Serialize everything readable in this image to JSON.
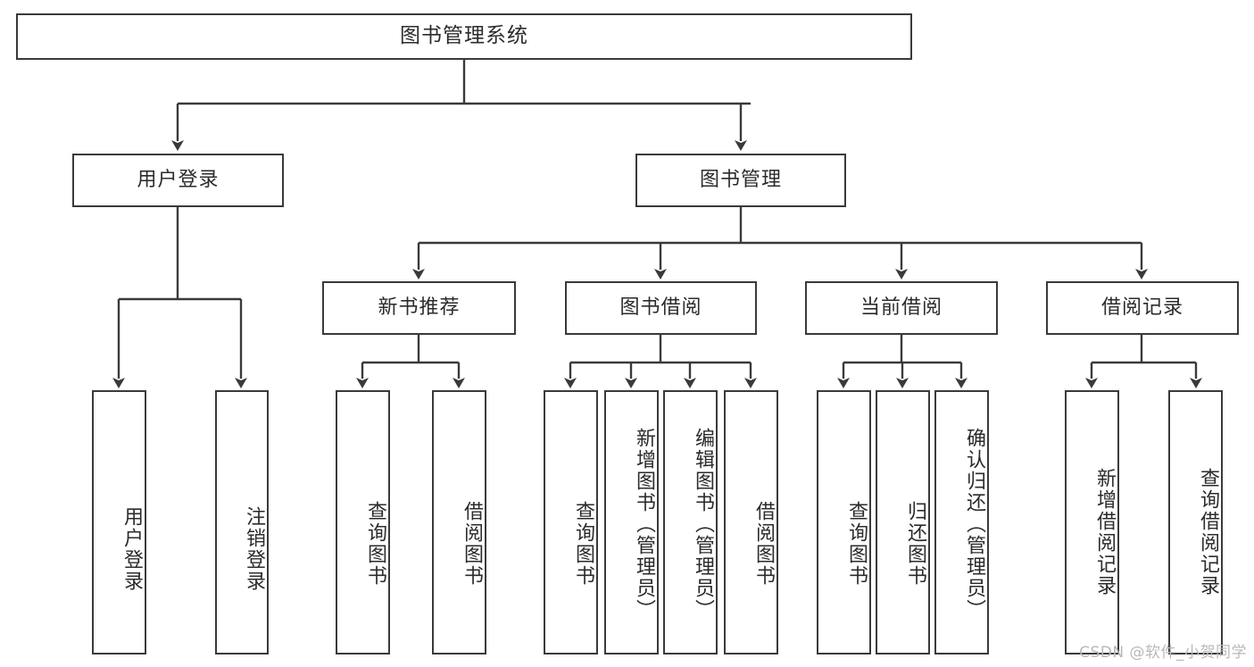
{
  "diagram": {
    "type": "tree",
    "title": "图书管理系统",
    "watermark": "CSDN @软件_小贺同学",
    "colors": {
      "box_border": "#3a3a3a",
      "box_fill": "#ffffff",
      "line": "#3a3a3a",
      "text": "#2b2b2b",
      "watermark": "#b9b9b9"
    },
    "levels": {
      "root": {
        "label": "图书管理系统"
      },
      "level1": [
        {
          "label": "用户登录"
        },
        {
          "label": "图书管理"
        }
      ],
      "level2": [
        {
          "label": "新书推荐",
          "parent": "图书管理"
        },
        {
          "label": "图书借阅",
          "parent": "图书管理"
        },
        {
          "label": "当前借阅",
          "parent": "图书管理"
        },
        {
          "label": "借阅记录",
          "parent": "图书管理"
        }
      ],
      "leaves": [
        {
          "label": "用户登录",
          "parent": "用户登录"
        },
        {
          "label": "注销登录",
          "parent": "用户登录"
        },
        {
          "label": "查询图书",
          "parent": "新书推荐"
        },
        {
          "label": "借阅图书",
          "parent": "新书推荐"
        },
        {
          "label": "查询图书",
          "parent": "图书借阅"
        },
        {
          "label": "新增图书（管理员）",
          "parent": "图书借阅"
        },
        {
          "label": "编辑图书（管理员）",
          "parent": "图书借阅"
        },
        {
          "label": "借阅图书",
          "parent": "图书借阅"
        },
        {
          "label": "查询图书",
          "parent": "当前借阅"
        },
        {
          "label": "归还图书",
          "parent": "当前借阅"
        },
        {
          "label": "确认归还（管理员）",
          "parent": "当前借阅"
        },
        {
          "label": "新增借阅记录",
          "parent": "借阅记录"
        },
        {
          "label": "查询借阅记录",
          "parent": "借阅记录"
        }
      ]
    }
  }
}
